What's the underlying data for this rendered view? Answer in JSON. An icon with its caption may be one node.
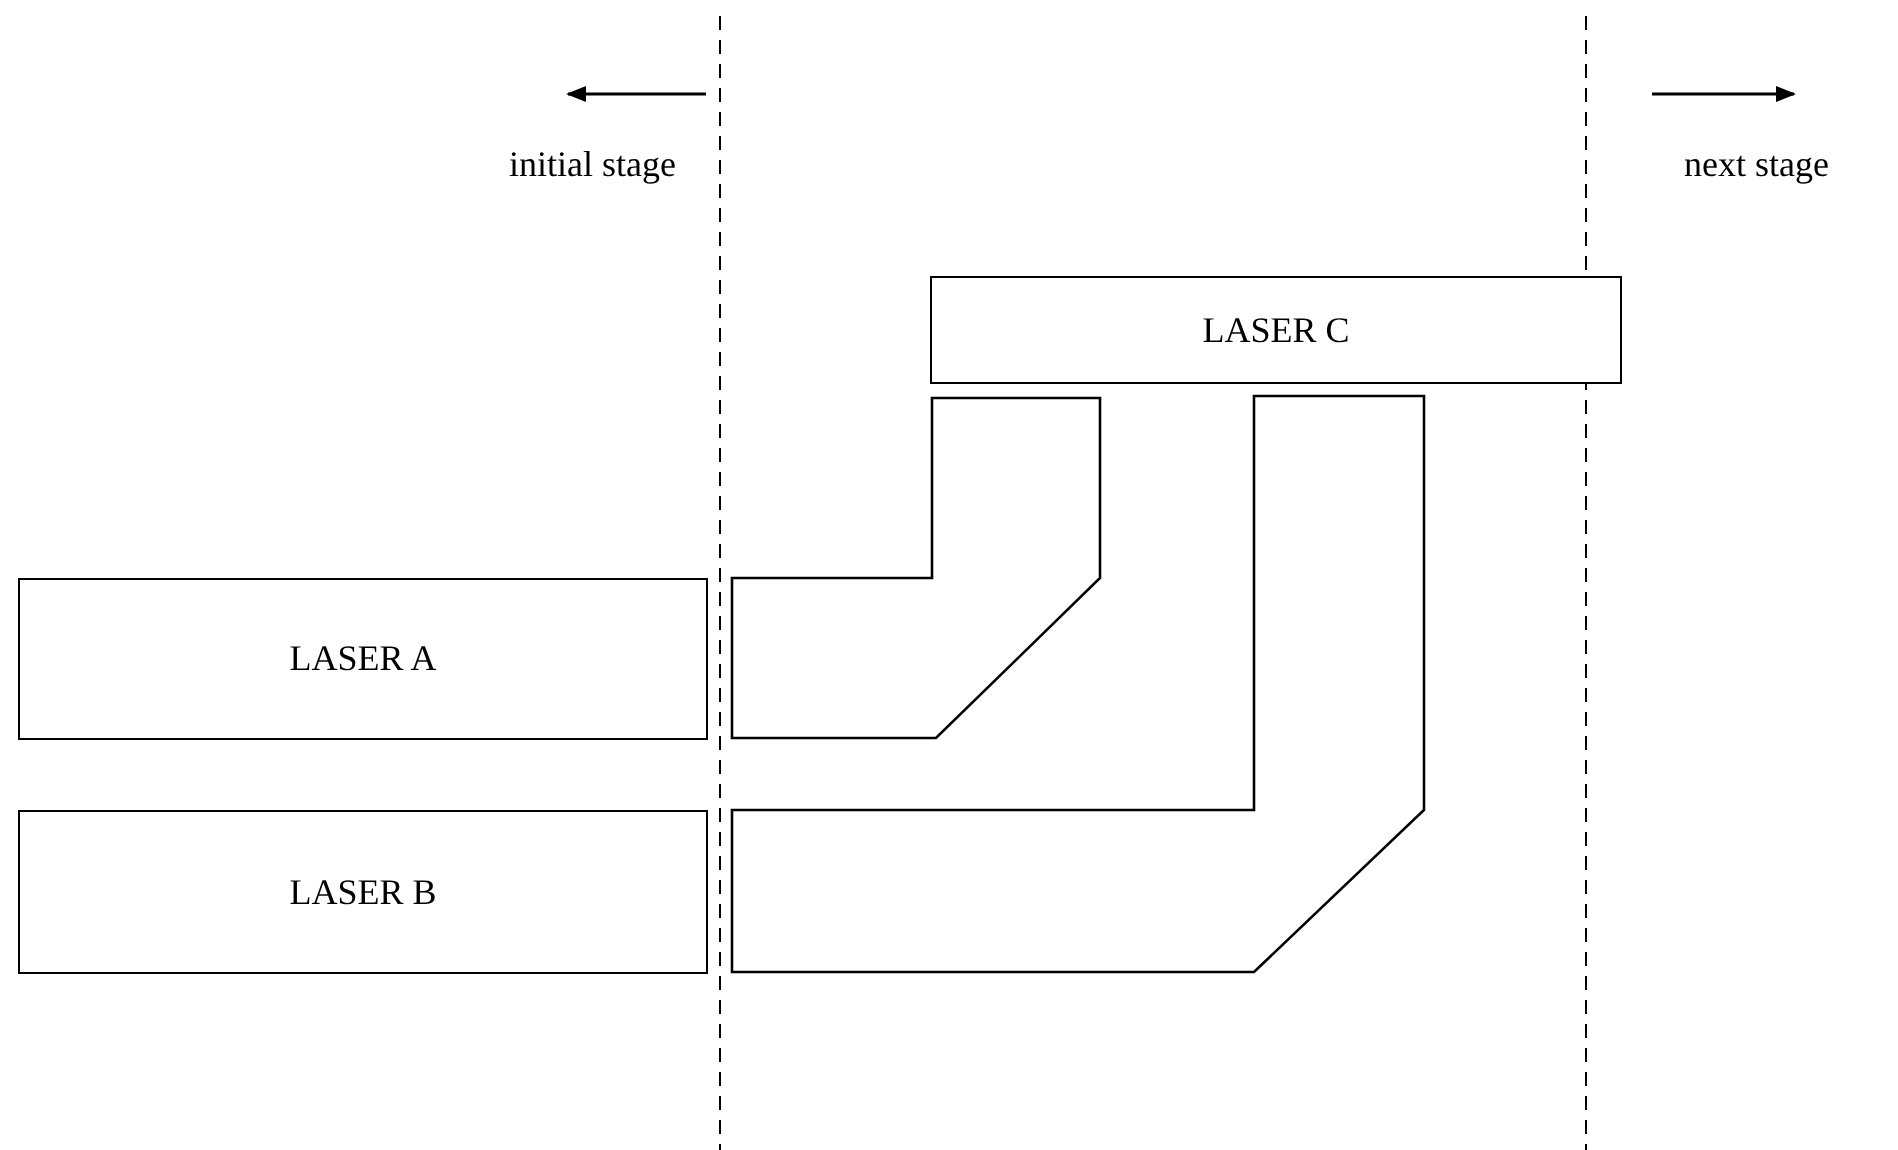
{
  "diagram": {
    "nodes": [
      {
        "text": [
          "LASER C"
        ]
      },
      {
        "text": [
          "LASER A"
        ]
      },
      {
        "text": [
          "LASER B"
        ]
      },
      {
        "text": [],
        "shape": "bar"
      },
      {
        "text": [],
        "shape": "bar"
      }
    ],
    "labels": [
      "initial stage",
      "next stage"
    ]
  }
}
